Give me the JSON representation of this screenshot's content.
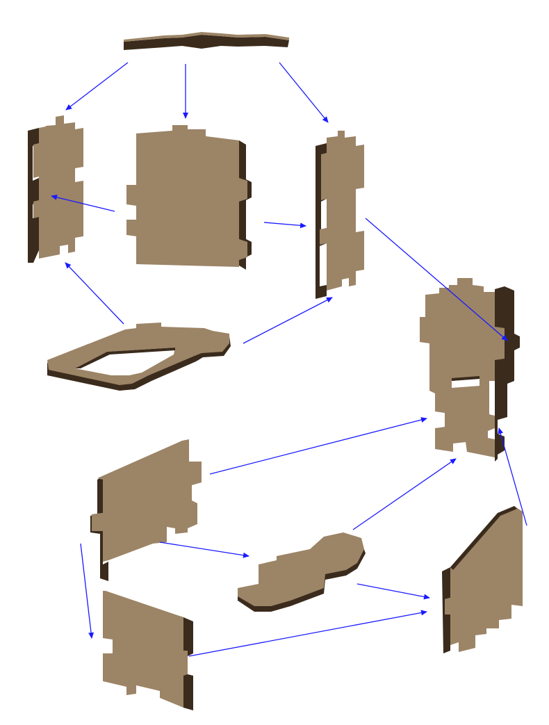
{
  "diagram": {
    "colors": {
      "face": "#9c8466",
      "edge": "#3a2b1d",
      "edge_light": "#5a4631",
      "arrow": "#1a1aff",
      "background": "#ffffff"
    },
    "pieces": [
      "top-plate",
      "left-side-panel",
      "center-back-panel",
      "right-side-panel",
      "base-frame",
      "robot-front-panel",
      "lower-left-panel",
      "center-small-plate",
      "lower-right-panel",
      "bottom-left-panel"
    ]
  }
}
